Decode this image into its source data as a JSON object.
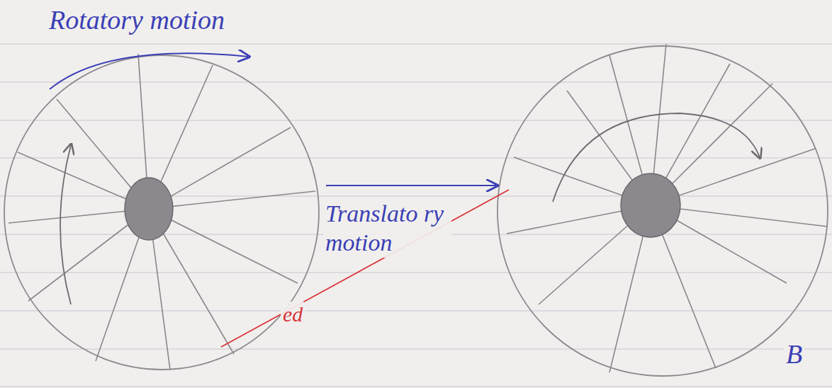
{
  "diagram": {
    "labels": [
      "Rotatory motion",
      "Translato ry motion",
      "ed",
      "B"
    ]
  }
}
